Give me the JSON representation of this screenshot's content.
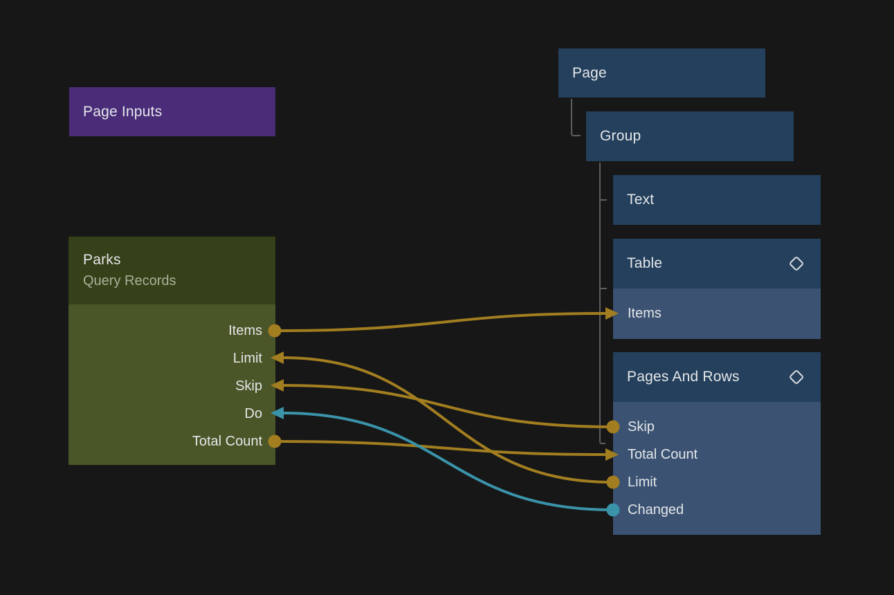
{
  "colors": {
    "background": "#171717",
    "page_inputs_fill": "#4a2c79",
    "parks_header_fill": "#364019",
    "parks_body_fill": "#4b5628",
    "tree_node_fill": "#24405c",
    "tree_node_body_fill": "#3b5273",
    "wire_orange": "#a27e20",
    "wire_teal": "#3a93a9",
    "tree_line": "#5e5e5e"
  },
  "page_inputs": {
    "title": "Page Inputs"
  },
  "parks": {
    "title": "Parks",
    "subtitle": "Query Records",
    "ports": [
      {
        "label": "Items",
        "direction": "out",
        "color": "orange"
      },
      {
        "label": "Limit",
        "direction": "in",
        "color": "orange"
      },
      {
        "label": "Skip",
        "direction": "in",
        "color": "orange"
      },
      {
        "label": "Do",
        "direction": "in",
        "color": "teal"
      },
      {
        "label": "Total Count",
        "direction": "out",
        "color": "orange"
      }
    ]
  },
  "tree": {
    "page": {
      "title": "Page"
    },
    "group": {
      "title": "Group"
    },
    "text": {
      "title": "Text"
    },
    "table": {
      "title": "Table",
      "icon": "diamond-icon",
      "ports": [
        {
          "label": "Items",
          "direction": "in",
          "color": "orange"
        }
      ]
    },
    "pages_and_rows": {
      "title": "Pages And Rows",
      "icon": "diamond-icon",
      "ports": [
        {
          "label": "Skip",
          "direction": "out",
          "color": "orange"
        },
        {
          "label": "Total Count",
          "direction": "in",
          "color": "orange"
        },
        {
          "label": "Limit",
          "direction": "out",
          "color": "orange"
        },
        {
          "label": "Changed",
          "direction": "out",
          "color": "teal"
        }
      ]
    }
  },
  "connections": [
    {
      "from": "Parks.Items",
      "to": "Table.Items",
      "color": "orange"
    },
    {
      "from": "Pages And Rows.Skip",
      "to": "Parks.Skip",
      "color": "orange"
    },
    {
      "from": "Parks.Total Count",
      "to": "Pages And Rows.Total Count",
      "color": "orange"
    },
    {
      "from": "Pages And Rows.Limit",
      "to": "Parks.Limit",
      "color": "orange"
    },
    {
      "from": "Pages And Rows.Changed",
      "to": "Parks.Do",
      "color": "teal"
    }
  ]
}
